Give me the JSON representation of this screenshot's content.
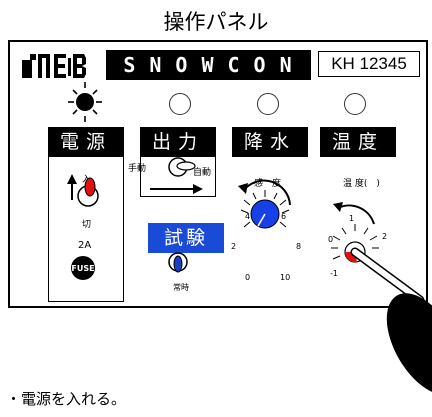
{
  "caption": "操作パネル",
  "brand": "SNOWCON",
  "model": "KH 12345",
  "power": {
    "label": "電源",
    "on": "入",
    "off": "切",
    "fuse_rating": "2A",
    "fuse": "FUSE",
    "lamp_state": "on"
  },
  "output": {
    "label": "出力",
    "manual": "手動",
    "auto": "自動"
  },
  "test": {
    "label": "試験",
    "normal": "常時"
  },
  "snowfall": {
    "label": "降水",
    "sensitivity": "感　度",
    "ticks": [
      "4",
      "6",
      "2",
      "8",
      "0",
      "10"
    ]
  },
  "temperature": {
    "label": "温度",
    "sublabel": "温 度(　)",
    "ticks": [
      "1",
      "2",
      "0",
      "-1"
    ]
  },
  "instruction": "・電源を入れる。"
}
